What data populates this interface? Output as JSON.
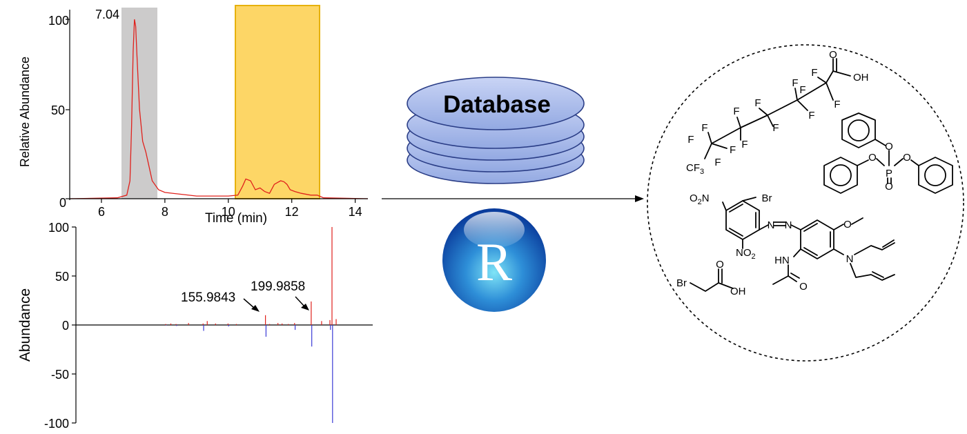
{
  "chromatogram": {
    "ylabel": "Relative Abundance",
    "xlabel": "Time (min)",
    "yticks": [
      "0",
      "50",
      "100"
    ],
    "xticks": [
      "6",
      "8",
      "10",
      "12",
      "14"
    ],
    "peak_label": "7.04"
  },
  "spectrum": {
    "ylabel": "Abundance",
    "yticks": [
      "100",
      "50",
      "0",
      "-50",
      "-100"
    ],
    "annotations": [
      "155.9843",
      "199.9858"
    ]
  },
  "database": {
    "label": "Database"
  },
  "r_logo": {
    "letter": "R"
  },
  "chemicals": {
    "pfoa": {
      "oh": "OH",
      "f": "F",
      "cf3": "CF",
      "cf3_sub": "3"
    },
    "phosphate": {
      "o": "O",
      "p": "P"
    },
    "azo": {
      "no2": "NO",
      "no2_sub": "2",
      "o2n_o": "O",
      "o2n_sub": "2",
      "o2n_n": "N",
      "br": "Br",
      "n": "N",
      "hn": "HN",
      "o": "O"
    },
    "bromoacetic": {
      "br": "Br",
      "o": "O",
      "oh": "OH"
    }
  },
  "colors": {
    "gray_band": "#cccbcb",
    "yellow_band": "#fdd666",
    "yellow_border": "#e6b10c",
    "trace_red": "#e0201b",
    "trace_blue": "#3a3ad6",
    "db_fill": "#a9bbea"
  },
  "chart_data": [
    {
      "type": "line",
      "title": "",
      "xlabel": "Time (min)",
      "ylabel": "Relative Abundance",
      "xlim": [
        5,
        14.4
      ],
      "ylim": [
        0,
        100
      ],
      "highlighted_ranges": [
        [
          6.6,
          7.75
        ],
        [
          10.1,
          12.8
        ]
      ],
      "series": [
        {
          "x": [
            5.0,
            6.5,
            6.8,
            6.9,
            6.95,
            7.0,
            7.04,
            7.08,
            7.12,
            7.2,
            7.3,
            7.4,
            7.5,
            7.6,
            7.8,
            8.0,
            8.5,
            9.0,
            9.5,
            10.0,
            10.3,
            10.45,
            10.55,
            10.7,
            10.85,
            11.0,
            11.15,
            11.3,
            11.45,
            11.55,
            11.65,
            11.75,
            11.85,
            11.95,
            12.1,
            12.3,
            12.6,
            12.8,
            13.0,
            14.4
          ],
          "y": [
            0,
            0.5,
            2,
            10,
            40,
            82,
            100,
            96,
            80,
            50,
            32,
            26,
            18,
            10,
            5,
            3.5,
            2.5,
            1.5,
            1.5,
            1.5,
            2,
            7,
            11,
            10,
            5,
            6,
            4,
            3,
            8,
            9,
            10,
            9.5,
            8,
            5,
            4,
            3,
            2,
            2,
            0.5,
            0
          ]
        }
      ]
    },
    {
      "type": "bar",
      "title": "",
      "xlabel": "",
      "ylabel": "Abundance",
      "ylim": [
        -100,
        100
      ],
      "annotations": [
        "155.9843",
        "199.9858"
      ],
      "series": [
        {
          "x": [
            60,
            65,
            70,
            82,
            96,
            100,
            108,
            120,
            128,
            156,
            160,
            168,
            172,
            178,
            184,
            200,
            210,
            218,
            220,
            224
          ],
          "values": [
            1,
            1.5,
            1,
            2,
            1.5,
            4,
            1.5,
            1.5,
            1,
            10,
            1,
            2,
            1.5,
            1,
            2,
            24,
            4,
            5,
            100,
            6
          ]
        },
        {
          "x": [
            60,
            70,
            96,
            120,
            156,
            184,
            200,
            218,
            220
          ],
          "values": [
            -0.5,
            -1,
            -6,
            -1.5,
            -12,
            -5,
            -22,
            -5,
            -100
          ]
        }
      ]
    }
  ]
}
